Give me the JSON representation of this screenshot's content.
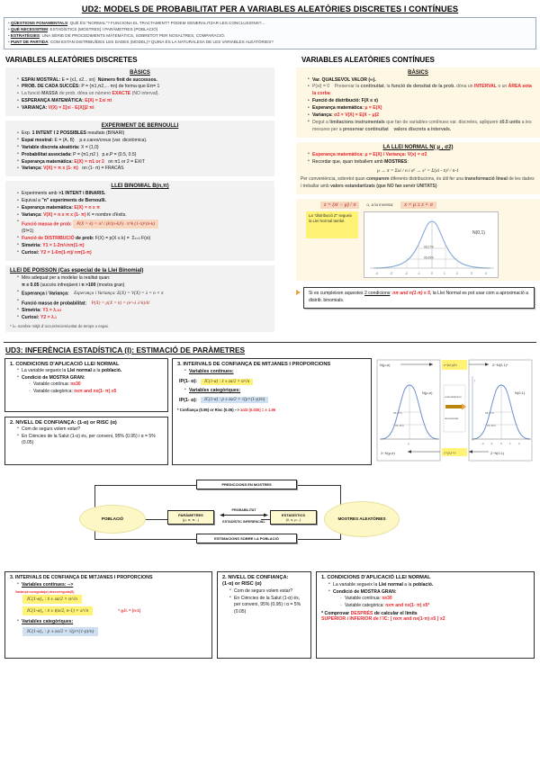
{
  "ud2": {
    "title": "UD2: MODELS DE PROBABILITAT PER A VARIABLES ALEATÒRIES DISCRETES I CONTÍNUES",
    "intro": [
      {
        "label": "QÜESTIONS FONAMENTALS",
        "text": ": QUÈ ÉS \"NORMAL\"? FUNCIONA EL TRACTAMENT? PODEM GENERALITZAR LES CONCLUSIONS?..."
      },
      {
        "label": "QUÈ NECESSITEM",
        "text": ": ESTADÍSTICS (MOSTRES) I PARÀMETRES (POBLACIÓ)"
      },
      {
        "label": "ESTRATÈGIES",
        "text": ": UNA SÈRIE DE PROCEDIMENTS MATEMÀTICS, SOBRETOT PER NOSALTRES, COMPARACIÓ."
      },
      {
        "label": "PUNT DE PARTIDA",
        "text": ": COM ESTAN DISTRIBUÏDES LES DADES (MODEL)? QUINA ÉS LA NATURALESA DE LES VARIABLES ALEATÒRIES?"
      }
    ],
    "left_heading": "VARIABLES ALEATÒRIES DISCRETES",
    "right_heading": "VARIABLES ALEATÒRIES CONTÍNUES",
    "basics_discrete": {
      "title": "BÀSICS",
      "items": [
        {
          "bold": "ESPAI MOSTRAL:",
          "rest": " E = {x1, x2... xn}",
          "strong2": "Número finit de successos."
        },
        {
          "bold": "PROB. DE CADA SUCCÉS:",
          "rest": " P = {π1,π2,... πn} de forma que Eπ= 1"
        },
        {
          "bold": "",
          "rest": "La funció MASSA de prob. dóna un número EXACTE (NO interval)."
        },
        {
          "bold": "ESPERANÇA MATEMÀTICA:",
          "rest": " E(X) = Σxi πi"
        },
        {
          "bold": "VARIANÇA:",
          "rest": " V(X) = Σ[xi - E(X)]2 πi"
        }
      ]
    },
    "bernoulli": {
      "title": "EXPERIMENT DE BERNOULLI",
      "items": [
        "Exp. 1 INTENT I 2 POSSIBLES resultats (BINARI)",
        "Espai mostral: E = {A, B}      p.e.cares/creus (var. dicotòmica).",
        "Variable discreta aleatòria: X = {1,0}",
        "Probabilitat associada: P = {π1,π2 }     p.e.P = {0.5, 0.5}",
        "Esperança matemàtica: E(X) = π1 or 2      on π1 or 2 = ÈXIT",
        "Variança: V(X) = π x (1- π)      on (1- π) = FRACÀS"
      ]
    },
    "binomial": {
      "title": "LLEI BINOMIAL      B(n,π)",
      "items": [
        "Experiments amb >1 INTENT i BINARIS.",
        "Equival a \"n\" experiments de Bernoulli.",
        "Esperança matemàtica: E(X) = n x π",
        "Variança: V(X) = n x π x (1- π)  K = nombre d'èxits.",
        "Funció massa de prob: (0!=1)",
        "Funció de DISTRIBUCIÓ de prob: F(X) = p(X ≤ k) = Σx=0 F(xi)",
        "Simetria: Y1 = 1-2π/√nπ(1-π)",
        "Curtosi: Y2 = 1-6π(1-π)/ nπ(1-π)"
      ],
      "formula_mass": "P(X = k) = n! / (k!(n-k)!) · π^k (1-π)^(n-k)"
    },
    "poisson": {
      "title": "LLEI DE POISSON (Cas especial de la Llei Binomial)",
      "items": [
        "Més adequat per a modelar la realitat quan: π ≤ 0.05 (succés infreqüent i n ˃ 100 (mostra gran)",
        "Esperança i Variança: E(X) = V(X) = λ = n × π",
        "Funció massa de probabilitat:",
        "Simetria: Y1 = λ^-1/2",
        "Curtosi: Y2 = λ^-1"
      ],
      "formula_mass": "P(X) = p(X = k) = (e^-λ λ^k)/k!",
      "footnote": "* λ= nombre mitjà d´occurrències/unitat de temps o espai."
    },
    "basics_cont": {
      "title": "BÀSICS",
      "items": [
        "Var. QUALSEVOL VALOR (∞).",
        "P(xi) = 0     Preservar la continuitat, la funció de densitat de la prob. dóna un INTERVAL o un ÀREA sota la corba:",
        "Funció de distribució: F(X ≤ x)",
        "Esperança matemàtica: μ = E(X)",
        "Variança: σ2 = V(X) = E(X − μ)2",
        "Degut a limitacions instrumentals que fan de variables contínues var. discretes, apliquem ±0.5 units a les mesures per a preservar continuitat    valors discrets a intervals."
      ]
    },
    "normal": {
      "title": "LA LLEI NORMAL      N( μ , σ2)",
      "items": [
        "Esperança matemàtica: μ = E(X) / Variança: V(x) = σ2",
        "Recordar que, quan treballem amb MOSTRES:"
      ],
      "sample_formula": "μ → x̄ = Σxi / n      i      σ² → s² = Σ(xi - x̄)² / n-1",
      "paragraph": "Per conveniència, sobretot quan comparem diferents distribucions, és útil fer una transformació lineal de les dades i treballar amb valors estandaritzats (que NO fan servir UNITATS)",
      "z_formula": "z = (xi − μ) / σ",
      "z_inverse_label": "o, a la inversa:",
      "z_inverse": "x = μ ± z × σ",
      "yellow_note": "La \"distribució Z\" segueix la Llei Normal també.",
      "curve_label": "N(0,1)",
      "curve_ticks": [
        "-4",
        "-3",
        "-2",
        "-1",
        "0",
        "1",
        "2",
        "3",
        "4"
      ],
      "curve_bands": [
        "68,27%",
        "95,45%"
      ]
    },
    "callout": {
      "lead": "Si es cumpleixen aquestes ",
      "underline": "2 condicions",
      "mid": ": ",
      "red": "nπ  and  n(1-π) ≥ 5",
      "tail": ", la Llei Normal es pot usar com a aproximació a distrib. binomials."
    }
  },
  "ud3": {
    "title": "UD3: INFERÈNCIA ESTADÍSTICA (I): ESTIMACIÓ DE PARÀMETRES",
    "box1": {
      "heading": "1. CONDICIONS D'APLICACIÓ LLEI NORMAL",
      "items": [
        "La variable segueix la Llei normal a la població.",
        "Condició de MOSTRA GRAN:"
      ],
      "sub": [
        "Variable contínua: n≥30",
        "Variable categòrica: nxπ and nx(1- π) ≥5"
      ]
    },
    "box2": {
      "heading": "2. NIVELL DE CONFIANÇA: (1-α) or RISC (α)",
      "items": [
        "Com de segurs volem estar?",
        "En Ciències de la Salut (1-α) és, per conveni, 95% (0.95) i α = 5% (0.05)"
      ]
    },
    "box3": {
      "heading": "3. INTERVALS DE CONFIANÇA DE MITJANES I PROPORCIONS",
      "sub1": "Variables contínues:",
      "label1": "IP(1- α):",
      "formula1": "IC(1-α) : x̄ ± zα/2 × σ/√n",
      "sub2": "Variables categòriques:",
      "label2": "IP(1- α):",
      "formula2": "IC(1-α) : p ± zα/2 × √(p×(1-p)/n)",
      "footnote": "* Confiança (0.95) or Risc (0.05) --> zα/2 (0.025) = ± 1.96"
    },
    "diagram": {
      "top": "PREDICCIONS EN MOSTRES",
      "bottom": "ESTIMACIONS SOBRE LA POBLACIÓ",
      "left": "POBLACIÓ",
      "right": "MOSTRES ALEATÒRIES",
      "params": "PARÀMETRES",
      "params_sub": "(μ, σ, π...)",
      "stats": "ESTADÍSTICS",
      "stats_sub": "(x̄, s, p...)",
      "arrow_top": "PROBABILITAT",
      "arrow_bottom": "ESTADÍSTIC INFERENCIAL"
    },
    "transform": {
      "left_label": "N(μ,σ)",
      "right_label": "Z~N(0,1)*",
      "mid_top": "z = (xi - μ)/σ",
      "mid_bottom": "x = μ ± z × σ",
      "left_bottom": "X ~ N(μ,σ)",
      "right_bottom": "Z ~ N(0,1)",
      "left_curve": "N(μ,σ)",
      "right_curve": "N(0,1)",
      "mid_up": "estandarització",
      "mid_down": "desestandarització"
    },
    "bottom_box3": {
      "heading": "3. INTERVALS DE CONFIANÇA DE MITJANES I PROPORCIONS",
      "sub1": "Variables contínues: -->",
      "variance_note": "Variança coneguda(σ) descorreguda(S)",
      "formula_a": "IC(1-α)₁ : x̄ ± zα/2 × σ/√n",
      "formula_b": "IC(1-α)₂ : x̄ ± t(α/2, n-1) × s/√n",
      "gl_note": "* g.ll. = (n-1)",
      "sub2": "Variables categòriques:",
      "formula_c": "IC(1-α)₃ : p ± zα/2 × √(p×(1-p)/n)"
    },
    "bottom_box2": {
      "heading_l1": "2. NIVELL DE CONFIANÇA:",
      "heading_l2": "(1-α) or RISC (α)",
      "items": [
        "Com de segurs volem estar?",
        "En Ciències de la Salut (1-α) és, per conveni, 95% (0.95) i α = 5% (0.05)"
      ]
    },
    "bottom_box1": {
      "heading": "1. CONDICIONS D'APLICACIÓ LLEI NORMAL",
      "items": [
        "La variable segueix la Llei normal a la població.",
        "Condició de MOSTRA GRAN:"
      ],
      "sub": [
        "Variable contínua: n≥30",
        "Variable categòrica: nxπ and nx(1- π) ≥5*"
      ],
      "red1": "* Comprovar DESPRÉS de calcular el límits",
      "red2": "SUPERIOR i INFERIOR de l´IC: [ nxπ and nx(1-π) ≥5 ] x2"
    }
  },
  "colors": {
    "red": "#e8262a",
    "cream": "#fdf7e3",
    "grey_card": "#f2f2f2",
    "yellow": "#fff275",
    "blue_formula": "#cfe0f2",
    "peach": "#f8d7c0"
  }
}
